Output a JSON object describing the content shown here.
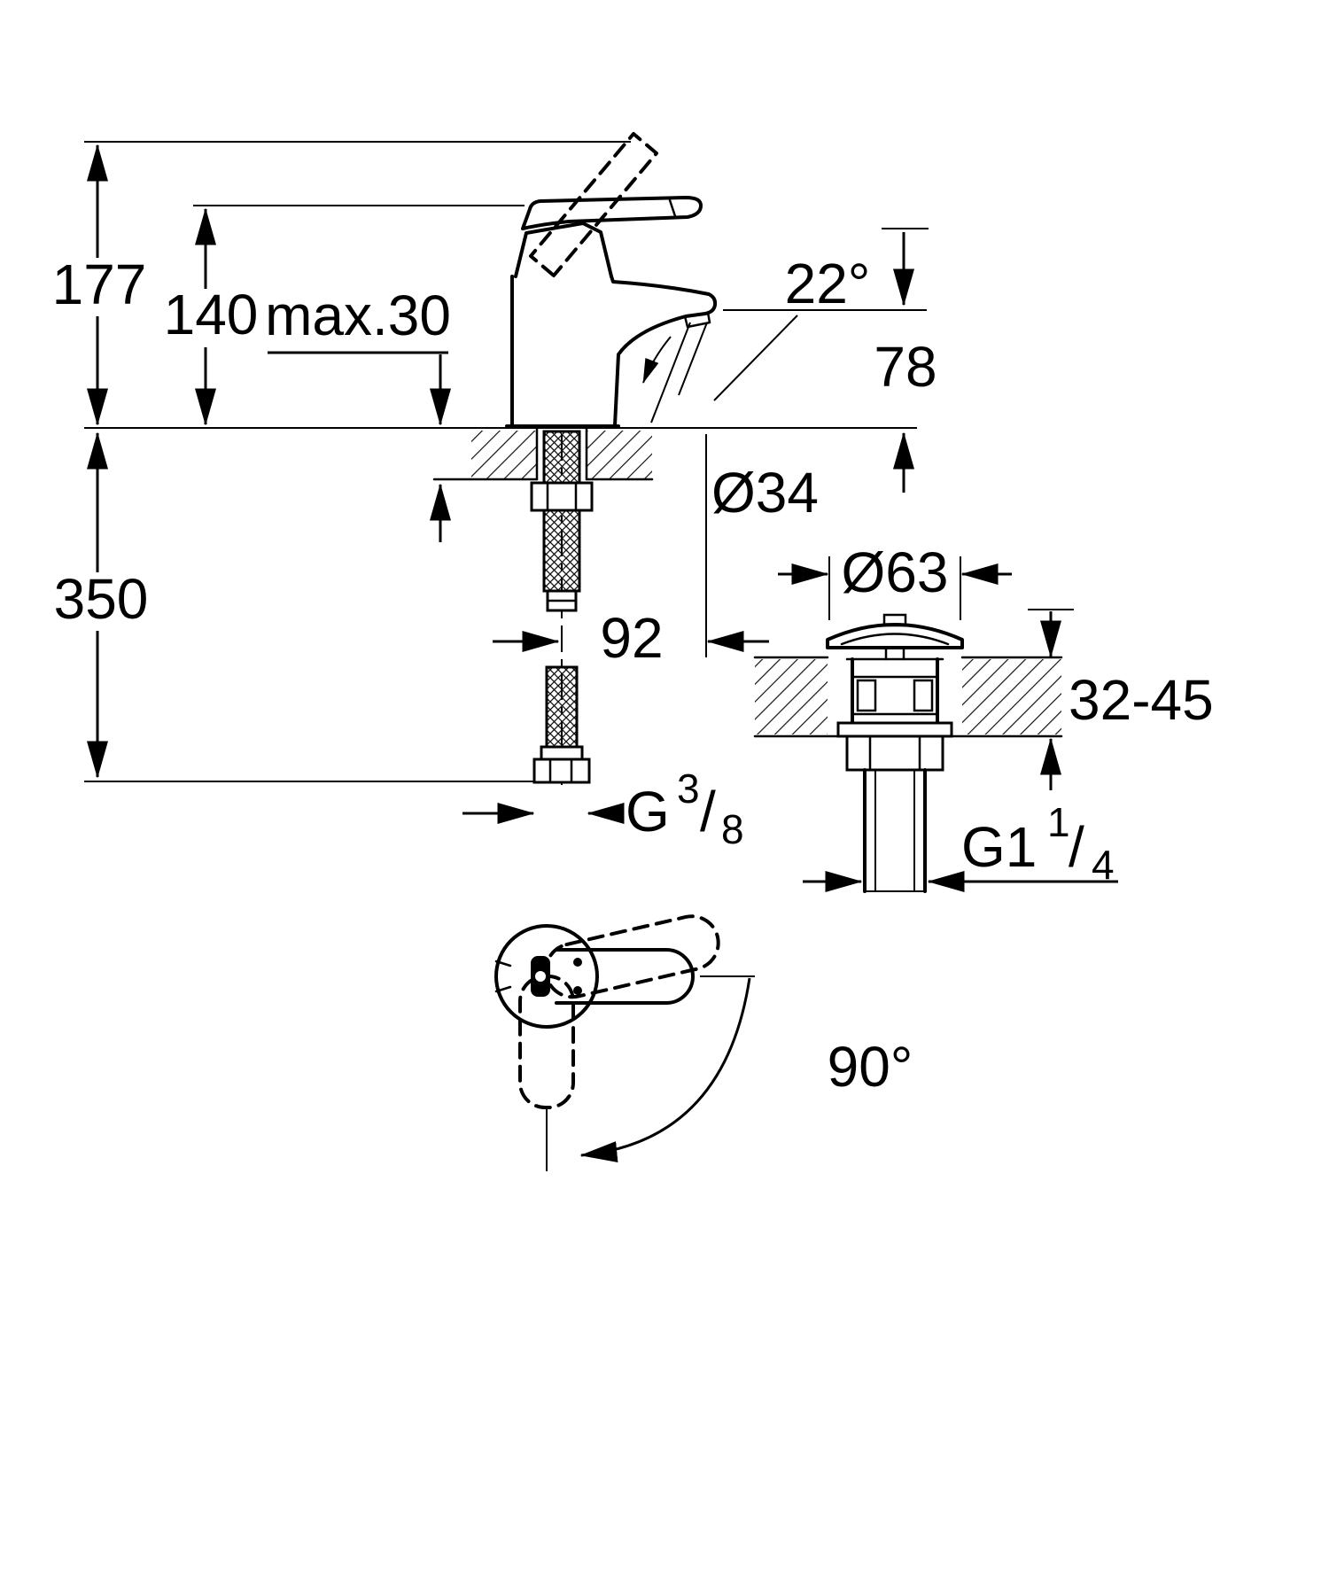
{
  "drawing": {
    "type": "faucet-installation-dimension-drawing",
    "colors": {
      "line": "#000000",
      "background": "#ffffff"
    },
    "labels": {
      "total_height": "177",
      "body_height": "140",
      "max_deck": "max.30",
      "spout_angle": "22°",
      "outlet_height": "78",
      "hole_diameter": "Ø34",
      "hose_length": "350",
      "spout_projection": "92",
      "waste_flange_diameter": "Ø63",
      "deck_thickness_range": "32-45",
      "swivel_angle": "90°",
      "supply_thread": {
        "prefix": "G",
        "numerator": "3",
        "slash": "/",
        "denominator": "8"
      },
      "waste_thread": {
        "prefix": "G1",
        "numerator": "1",
        "slash": "/",
        "denominator": "4"
      }
    }
  }
}
